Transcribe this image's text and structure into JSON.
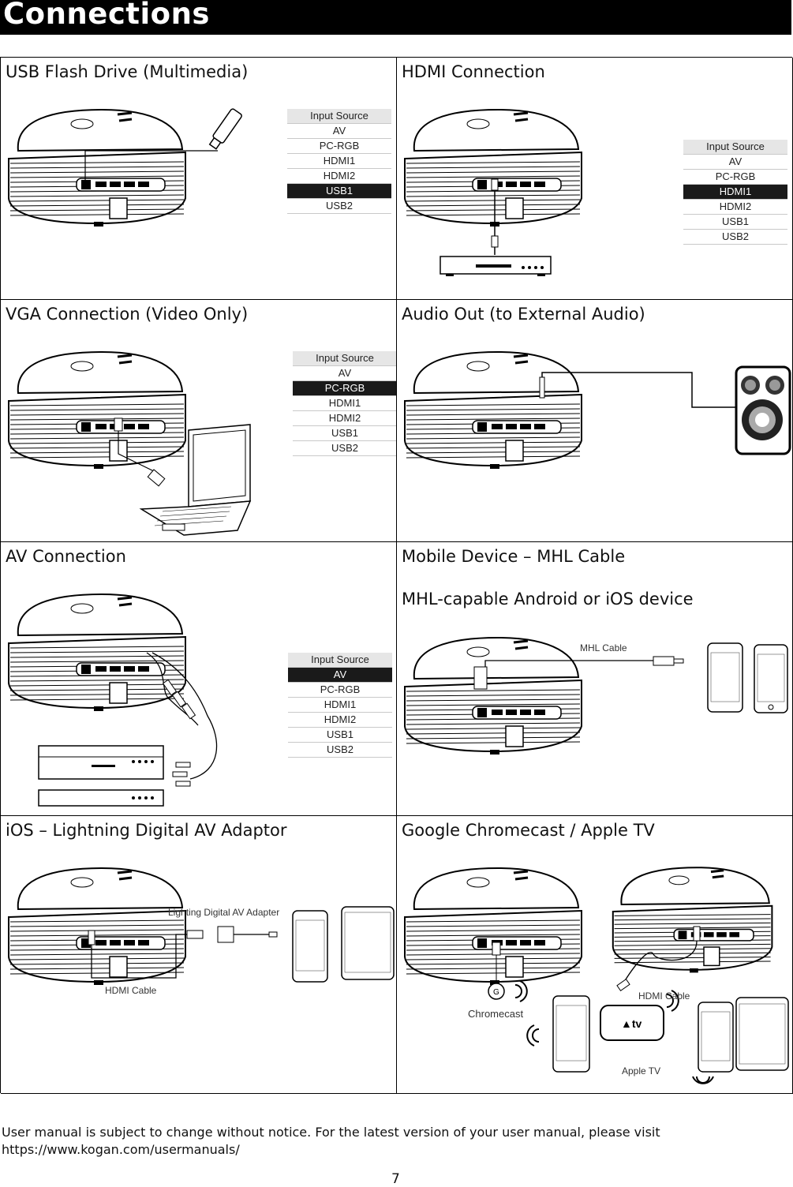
{
  "header": {
    "title": "Connections"
  },
  "input_source_options": [
    "Input Source",
    "AV",
    "PC-RGB",
    "HDMI1",
    "HDMI2",
    "USB1",
    "USB2"
  ],
  "cells": {
    "usb": {
      "title": "USB Flash Drive (Multimedia)",
      "selected": "USB1"
    },
    "hdmi": {
      "title": "HDMI Connection",
      "selected": "HDMI1"
    },
    "vga": {
      "title": "VGA Connection (Video Only)",
      "selected": "PC-RGB"
    },
    "audio": {
      "title": "Audio Out (to External Audio)"
    },
    "av": {
      "title": "AV Connection",
      "selected": "AV"
    },
    "mhl": {
      "title": "Mobile Device – MHL Cable",
      "subtitle": "MHL-capable Android or iOS device",
      "cable_label": "MHL Cable"
    },
    "ios": {
      "title": "iOS – Lightning Digital AV Adaptor",
      "adapter_label": "Lighting Digital AV Adapter",
      "hdmi_label": "HDMI Cable"
    },
    "chromecast": {
      "title": "Google Chromecast / Apple TV",
      "chromecast_label": "Chromecast",
      "hdmi_label": "HDMI Cable",
      "appletv_label": "Apple TV"
    }
  },
  "footer": {
    "line1": "User manual is subject to change without notice. For the latest version of your user manual, please visit",
    "line2": "https://www.kogan.com/usermanuals/",
    "page_number": "7"
  }
}
